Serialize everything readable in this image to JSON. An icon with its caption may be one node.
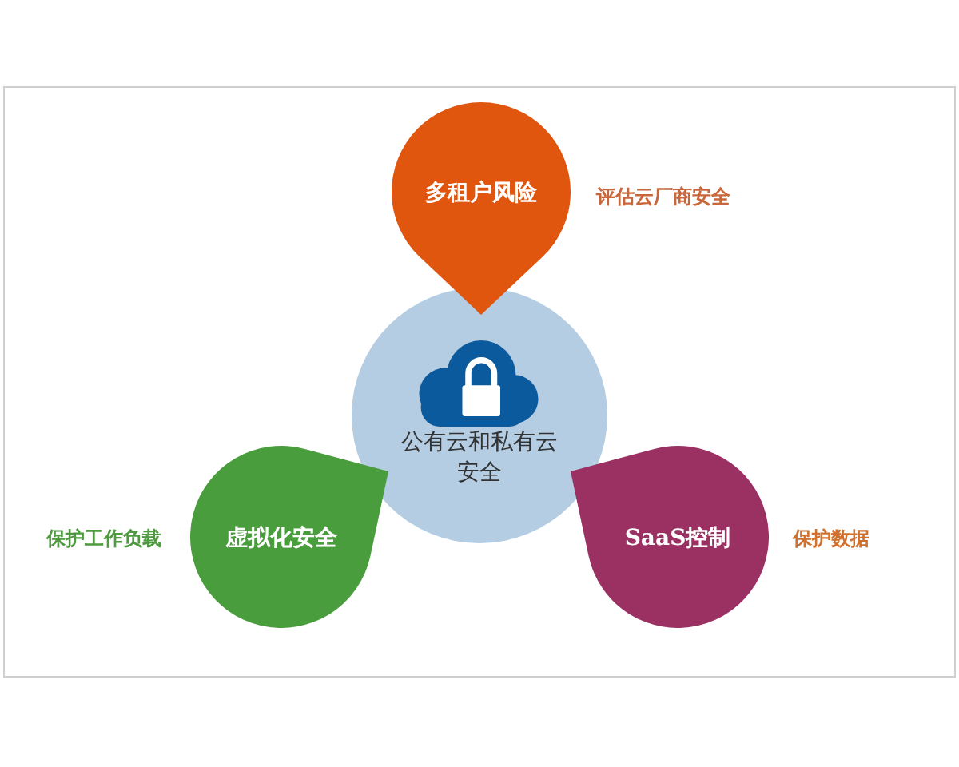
{
  "diagram": {
    "nodes": [
      {
        "text": [
          "多租户风险"
        ],
        "beside": [
          "评估云厂商安全"
        ]
      },
      {
        "text": [
          "公有云和私有云安全"
        ]
      },
      {
        "text": [
          "虚拟化安全"
        ],
        "beside": [
          "保护工作负载"
        ]
      },
      {
        "text": [
          "SaaS控制"
        ],
        "beside": [
          "保护数据"
        ]
      }
    ]
  }
}
